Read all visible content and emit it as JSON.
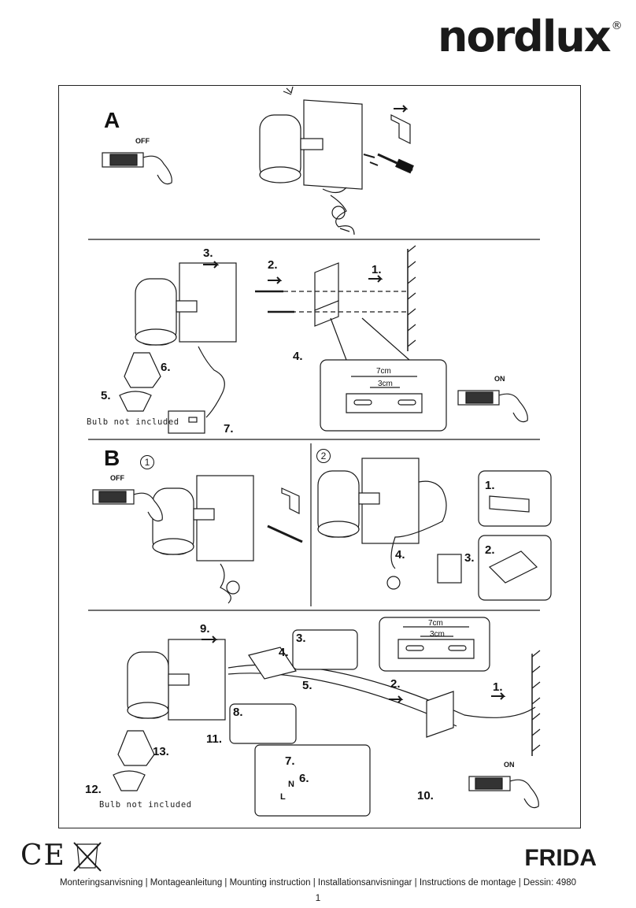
{
  "brand": {
    "name": "nordlux",
    "reg": "®"
  },
  "sections": {
    "a_label": "A",
    "b_label": "B",
    "b_sub1": "1",
    "b_sub2": "2"
  },
  "switch": {
    "off": "OFF",
    "on": "ON"
  },
  "steps_a": [
    "1.",
    "2.",
    "3.",
    "4.",
    "5.",
    "6.",
    "7."
  ],
  "steps_b2": [
    "1.",
    "2.",
    "3.",
    "4."
  ],
  "steps_b3": [
    "1.",
    "2.",
    "3.",
    "4.",
    "5.",
    "6.",
    "7.",
    "8.",
    "9.",
    "10.",
    "11.",
    "12.",
    "13."
  ],
  "wire_labels": {
    "n": "N",
    "l": "L"
  },
  "dimensions": {
    "outer": "7cm",
    "inner": "3cm"
  },
  "notes": {
    "bulb": "Bulb not included"
  },
  "product_name": "FRIDA",
  "footer": "Monteringsanvisning | Montageanleitung | Mounting instruction | Installationsanvisningar | Instructions de montage | Dessin: 4980",
  "page_number": "1",
  "ce_mark": "CE"
}
